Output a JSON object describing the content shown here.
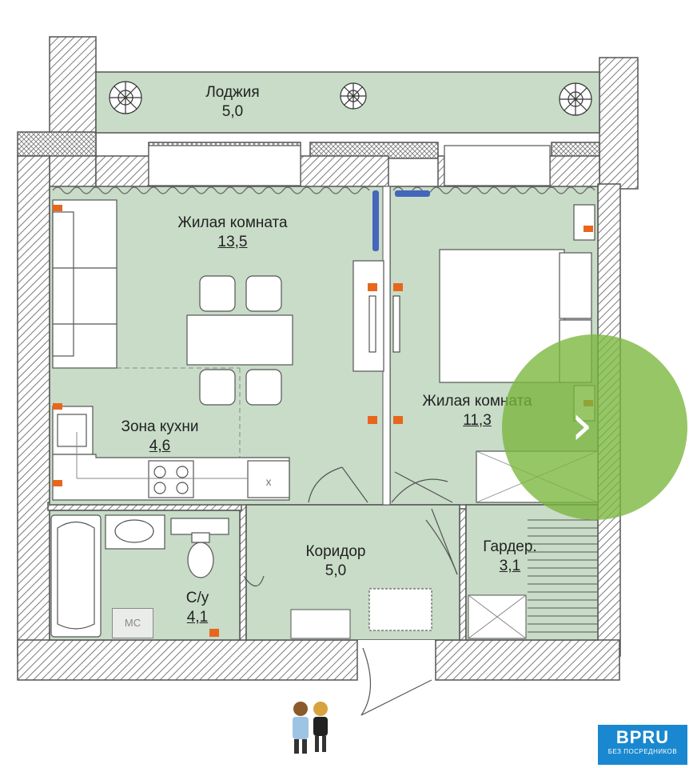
{
  "rooms": {
    "loggia": {
      "name": "Лоджия",
      "area": "5,0"
    },
    "living1": {
      "name": "Жилая комната",
      "area": "13,5"
    },
    "kitchen": {
      "name": "Зона кухни",
      "area": "4,6"
    },
    "living2": {
      "name": "Жилая комната",
      "area": "11,3"
    },
    "corridor": {
      "name": "Коридор",
      "area": "5,0"
    },
    "wardrobe": {
      "name": "Гардер.",
      "area": "3,1"
    },
    "bathroom": {
      "name": "С/у",
      "area": "4,1"
    }
  },
  "fixtures": {
    "washer_label": "МС",
    "stove_x": "x"
  },
  "brand": {
    "name": "BPRU",
    "tagline": "БЕЗ ПОСРЕДНИКОВ"
  },
  "nav": {
    "arrow": "›"
  },
  "colors": {
    "floor": "#c8dcc8",
    "wall_hatch": "#7a7a7a",
    "accent": "#7ab63c",
    "socket": "#e8661c",
    "radiator": "#4466bb"
  }
}
